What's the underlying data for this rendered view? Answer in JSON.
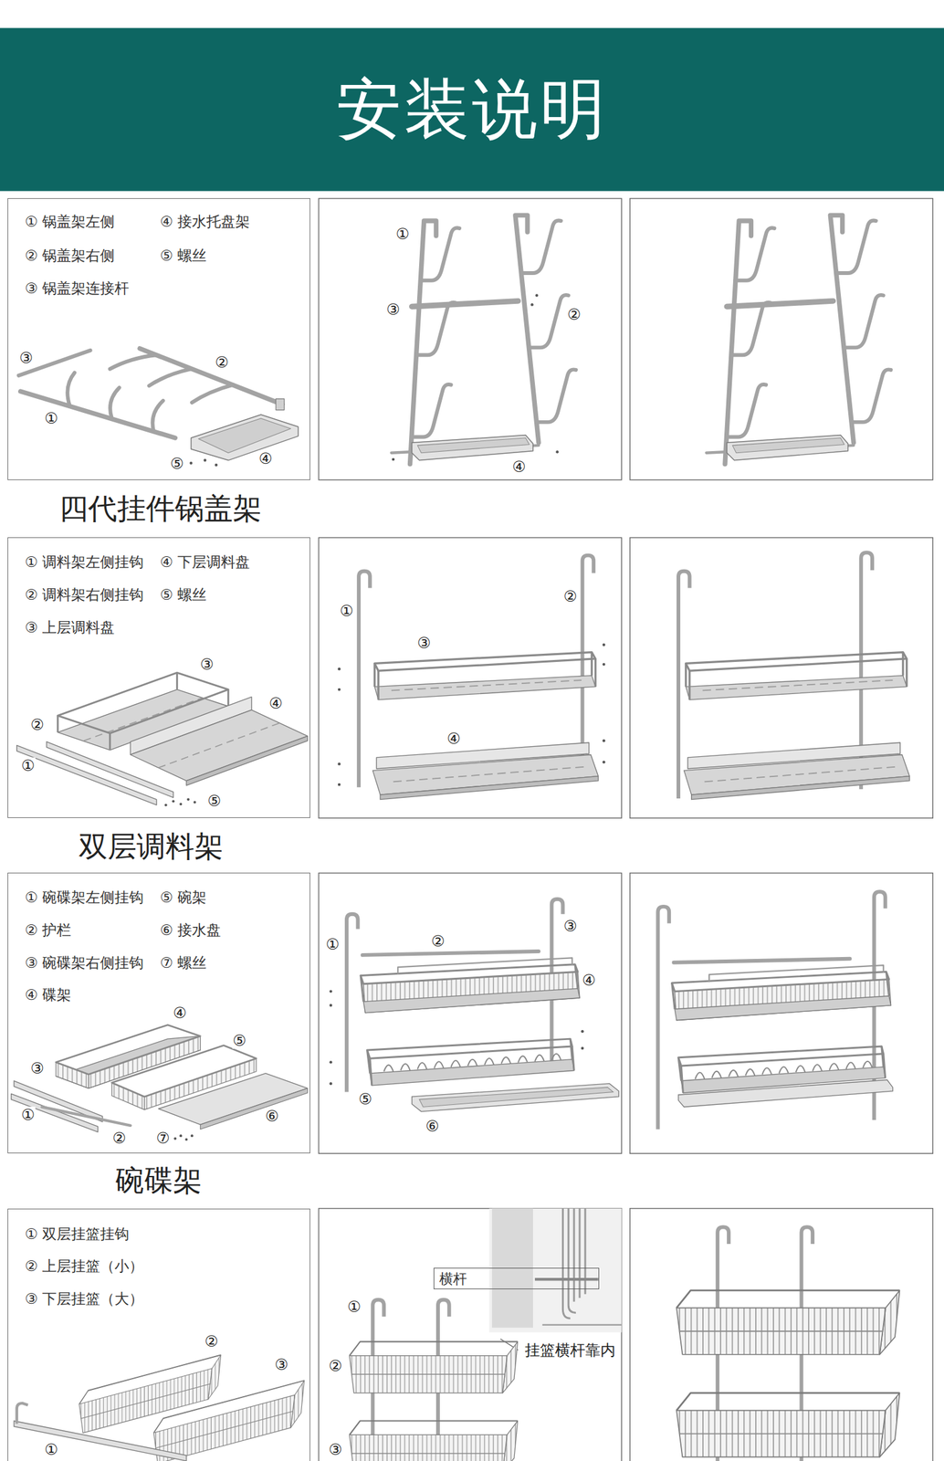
{
  "diagram": {
    "title": "安装说明",
    "nodes": [
      {
        "text": [
          "① 锅盖架左侧",
          "② 锅盖架右侧",
          "③ 锅盖架连接杆",
          "④ 接水托盘架",
          "⑤ 螺丝"
        ]
      },
      {
        "text": [
          "① 调料架左侧挂钩",
          "② 调料架右侧挂钩",
          "③ 上层调料盘",
          "④ 下层调料盘",
          "⑤ 螺丝"
        ]
      },
      {
        "text": [
          "① 碗碟架左侧挂钩",
          "② 护栏",
          "③ 碗碟架右侧挂钩",
          "④ 碟架",
          "⑤ 碗架",
          "⑥ 接水盘",
          "⑦ 螺丝"
        ]
      },
      {
        "text": [
          "① 双层挂篮挂钩",
          "② 上层挂篮（小）",
          "③ 下层挂篮（大）"
        ]
      },
      {
        "text": [
          "横杆"
        ]
      }
    ],
    "labels": [
      "③",
      "②",
      "①",
      "⑤",
      "④",
      "①",
      "③",
      "②",
      "④",
      "四代挂件锅盖架",
      "③",
      "④",
      "②",
      "①",
      "⑤",
      "①",
      "②",
      "③",
      "④",
      "双层调料架",
      "④",
      "⑤",
      "③",
      "①",
      "②",
      "⑦",
      "⑥",
      "①",
      "②",
      "③",
      "④",
      "⑤",
      "⑥",
      "碗碟架",
      "②",
      "③",
      "①",
      "①",
      "挂篮横杆靠内",
      "②",
      "③"
    ]
  }
}
